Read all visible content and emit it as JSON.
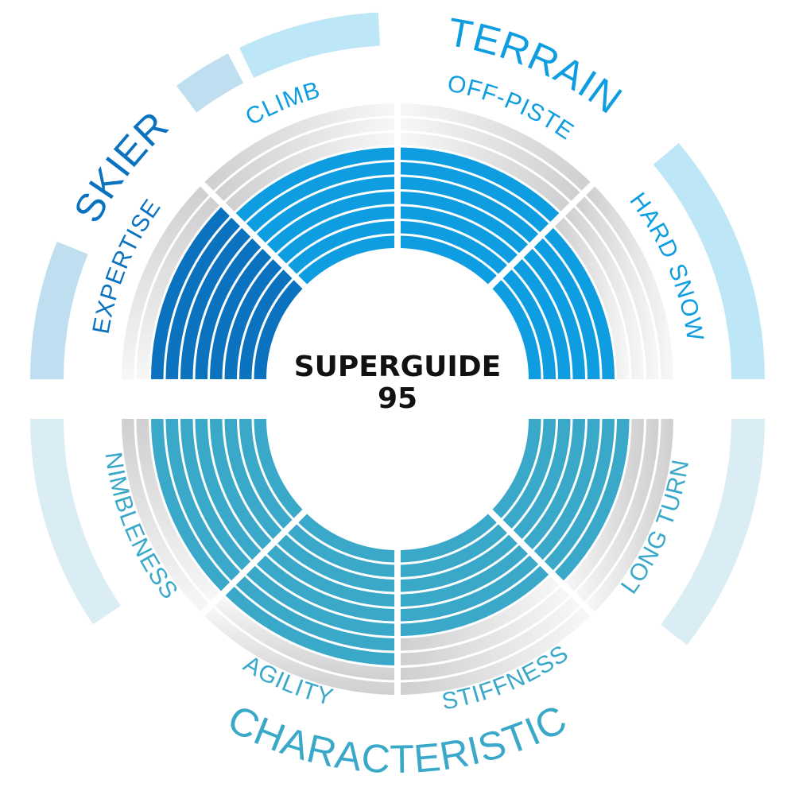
{
  "product": {
    "name": "SUPERGUIDE",
    "model_number": "95"
  },
  "colors": {
    "background": "#ffffff",
    "skier_fill": "#0a72bf",
    "terrain_fill": "#0d9de0",
    "characteristic_fill": "#3aa8c8",
    "skier_arc": "#bfdff0",
    "terrain_arc": "#bde7f6",
    "characteristic_arc": "#daedf5",
    "empty_band_dark": "#cfcfd1",
    "empty_band_light": "#f7f7f7",
    "center_text": "#111111"
  },
  "categories": [
    {
      "id": "skier",
      "label": "SKIER"
    },
    {
      "id": "terrain",
      "label": "TERRAIN"
    },
    {
      "id": "characteristic",
      "label": "CHARACTERISTIC"
    }
  ],
  "chart_data": {
    "type": "radial-bar",
    "title": "SUPERGUIDE 95",
    "scale_max": 10,
    "scale_min": 0,
    "groups": [
      {
        "name": "SKIER",
        "attributes": [
          "EXPERTISE"
        ]
      },
      {
        "name": "TERRAIN",
        "attributes": [
          "CLIMB",
          "OFF-PISTE",
          "HARD SNOW"
        ]
      },
      {
        "name": "CHARACTERISTIC",
        "attributes": [
          "LONG TURN",
          "STIFFNESS",
          "AGILITY",
          "NIMBLENESS"
        ]
      }
    ],
    "categories": [
      "EXPERTISE",
      "CLIMB",
      "OFF-PISTE",
      "HARD SNOW",
      "LONG TURN",
      "STIFFNESS",
      "AGILITY",
      "NIMBLENESS"
    ],
    "values": [
      8,
      7,
      7,
      6,
      7,
      6,
      8,
      8
    ],
    "segments": [
      {
        "label": "EXPERTISE",
        "group": "skier",
        "value": 8,
        "max": 10,
        "start_deg": 180,
        "end_deg": 135,
        "half": "upper"
      },
      {
        "label": "CLIMB",
        "group": "terrain",
        "value": 7,
        "max": 10,
        "start_deg": 135,
        "end_deg": 90,
        "half": "upper"
      },
      {
        "label": "OFF-PISTE",
        "group": "terrain",
        "value": 7,
        "max": 10,
        "start_deg": 90,
        "end_deg": 45,
        "half": "upper"
      },
      {
        "label": "HARD SNOW",
        "group": "terrain",
        "value": 6,
        "max": 10,
        "start_deg": 45,
        "end_deg": 0,
        "half": "upper"
      },
      {
        "label": "LONG TURN",
        "group": "characteristic",
        "value": 7,
        "max": 10,
        "start_deg": 0,
        "end_deg": -45,
        "half": "lower"
      },
      {
        "label": "STIFFNESS",
        "group": "characteristic",
        "value": 6,
        "max": 10,
        "start_deg": -45,
        "end_deg": -90,
        "half": "lower"
      },
      {
        "label": "AGILITY",
        "group": "characteristic",
        "value": 8,
        "max": 10,
        "start_deg": -90,
        "end_deg": -135,
        "half": "lower"
      },
      {
        "label": "NIMBLENESS",
        "group": "characteristic",
        "value": 8,
        "max": 10,
        "start_deg": -135,
        "end_deg": -180,
        "half": "lower"
      }
    ],
    "legend": "none",
    "grid": false
  }
}
